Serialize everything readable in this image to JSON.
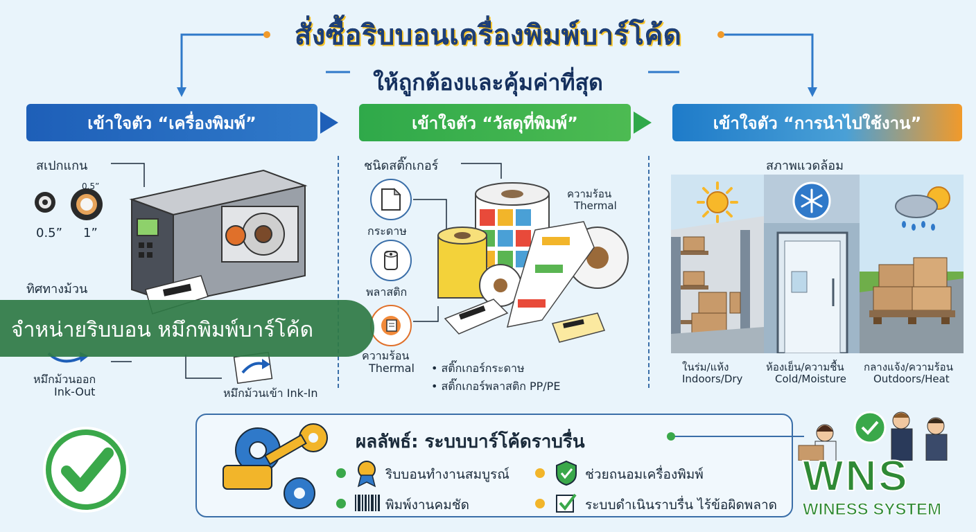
{
  "header": {
    "title_line1": "สั่งซื้อริบบอนเครื่องพิมพ์บาร์โค้ด",
    "title_line2": "ให้ถูกต้องและคุ้มค่าที่สุด"
  },
  "sections": {
    "printer": {
      "heading": "เข้าใจตัว “เครื่องพิมพ์”",
      "core_spec_label": "สเปกแกน",
      "core_small": "0.5”",
      "core_large": "1”",
      "core_large_tag": "0.5”",
      "winding_label": "ทิศทางม้วน",
      "ink_out": "หมึกม้วนออก",
      "ink_out_en": "Ink-Out",
      "ink_in": "หมึกม้วนเข้า Ink-In"
    },
    "material": {
      "heading": "เข้าใจตัว “วัสดุที่พิมพ์”",
      "sticker_type_label": "ชนิดสติ๊กเกอร์",
      "paper": "กระดาษ",
      "plastic": "พลาสติก",
      "thermal_th": "ความร้อน",
      "thermal_en": "Thermal",
      "thermal_th2": "ความร้อน",
      "thermal_en2": "Thermal",
      "bullet1": "• สติ๊กเกอร์กระดาษ",
      "bullet2": "• สติ๊กเกอร์พลาสติก PP/PE"
    },
    "usage": {
      "heading": "เข้าใจตัว “การนำไปใช้งาน”",
      "env_label": "สภาพแวดล้อม",
      "indoor_th": "ในร่ม/แห้ง",
      "indoor_en": "Indoors/Dry",
      "cold_th": "ห้องเย็น/ความชื้น",
      "cold_en": "Cold/Moisture",
      "outdoor_th": "กลางแจ้ง/ความร้อน",
      "outdoor_en": "Outdoors/Heat"
    }
  },
  "banner": {
    "text": "จำหน่ายริบบอน หมึกพิมพ์บาร์โค้ด"
  },
  "result": {
    "title": "ผลลัพธ์: ระบบบาร์โค้ดราบรื่น",
    "items": [
      "ริบบอนทำงานสมบูรณ์",
      "ช่วยถนอมเครื่องพิมพ์",
      "พิมพ์งานคมชัด",
      "ระบบดำเนินราบรื่น ไร้ข้อผิดพลาด"
    ]
  },
  "logo": {
    "brand": "WNS",
    "subtitle": "WINESS SYSTEM"
  },
  "colors": {
    "blue": "#1e5fb8",
    "green": "#2fa94a",
    "orange": "#f19a2a",
    "check_green": "#3aa84a"
  },
  "icons": [
    "check-circle-icon",
    "gears-icon",
    "award-icon",
    "shield-check-icon",
    "barcode-icon",
    "checkbox-icon",
    "sun-icon",
    "snowflake-icon",
    "cloud-rain-icon"
  ]
}
